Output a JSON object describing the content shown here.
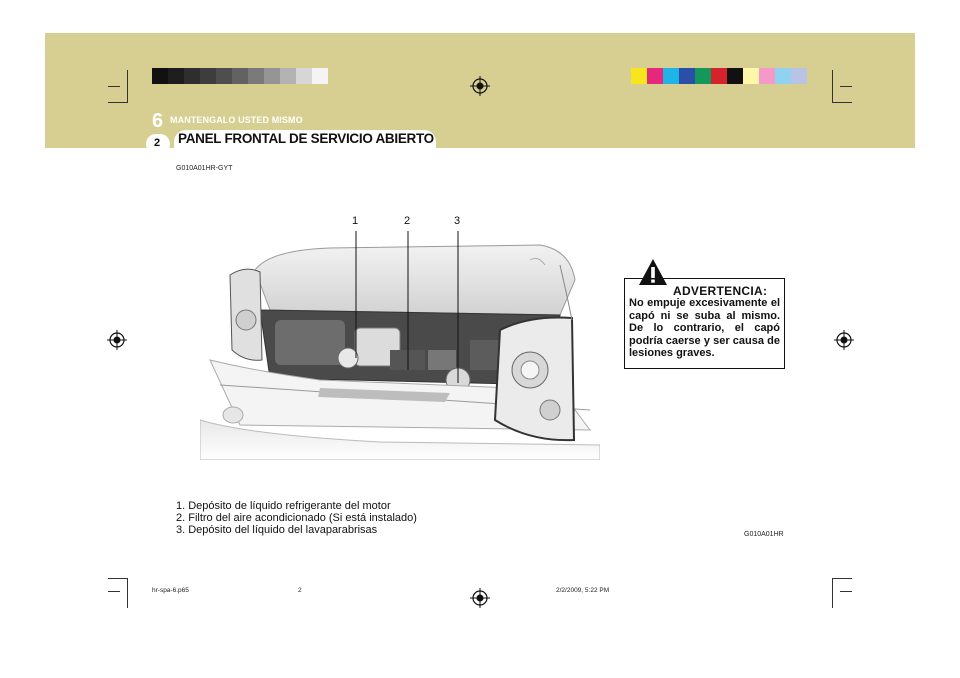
{
  "header": {
    "chapter_number": "6",
    "chapter_title": "MANTENGALO USTED MISMO",
    "page_number": "2",
    "section_title": "PANEL FRONTAL DE SERVICIO ABIERTO"
  },
  "image_code_top": "G010A01HR-GYT",
  "figure": {
    "callouts": [
      "1",
      "2",
      "3"
    ],
    "figure_code": "G010A01HR"
  },
  "warning": {
    "title": "ADVERTENCIA:",
    "body": "No empuje excesivamente el capó ni se suba al mismo. De lo contrario, el capó podría caerse y ser causa de lesiones graves.",
    "icon": "exclamation-triangle-icon"
  },
  "legend_items": [
    "1.  Depósito de líquido refrigerante del motor",
    "2.  Filtro del aire acondicionado (Si está instalado)",
    "3.  Depósito del líquido del lavaparabrisas"
  ],
  "footer": {
    "file": "hr-spa-6.p65",
    "page": "2",
    "timestamp": "2/2/2009, 5:22 PM"
  },
  "print_marks": {
    "gray_bar": [
      "#111111",
      "#1e1e1e",
      "#2e2e2e",
      "#3d3d3d",
      "#4e4e4e",
      "#626262",
      "#7a7a7a",
      "#959595",
      "#b3b3b3",
      "#d6d6d6",
      "#f4f4f4"
    ],
    "color_bar": [
      "#f5e61e",
      "#e6287d",
      "#1eb4e6",
      "#2b4fa8",
      "#15965a",
      "#d5232b",
      "#111111",
      "#fff7a8",
      "#f59ac8",
      "#8fd3f0",
      "#b9c4e4"
    ]
  }
}
